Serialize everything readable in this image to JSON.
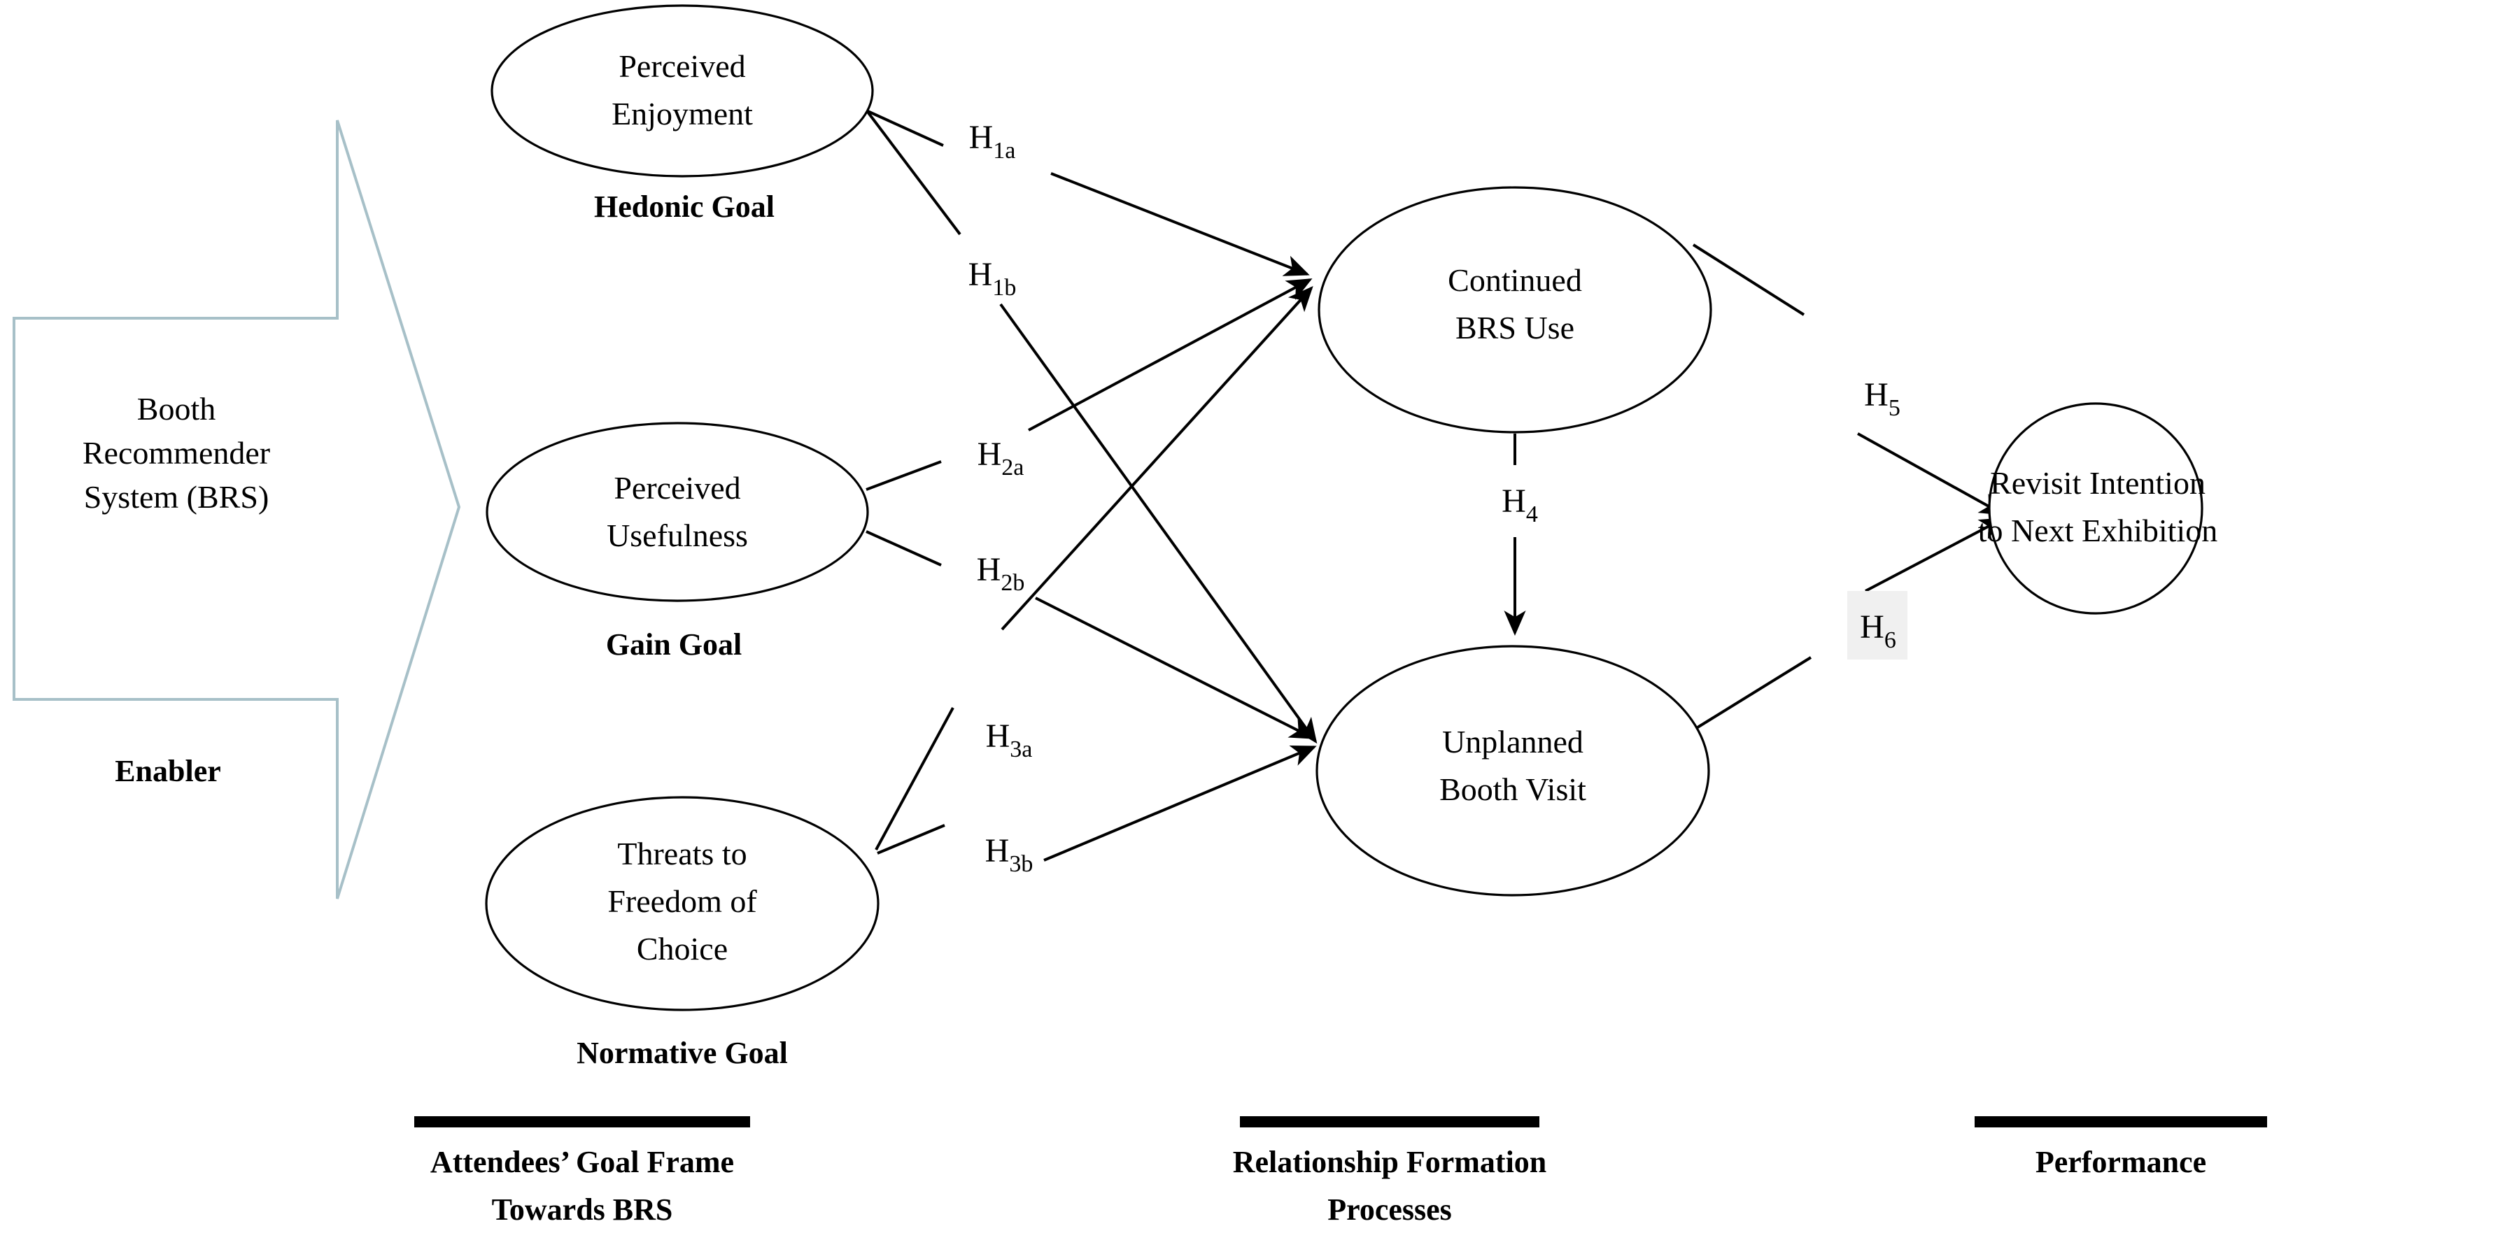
{
  "figure": {
    "title": "Booth Recommender System research model",
    "colors": {
      "enabler_outline": "#a7c0c8",
      "node_outline": "#000000",
      "edge": "#000000",
      "h6_highlight": "#f0f0f0",
      "background": "#ffffff"
    }
  },
  "enabler": {
    "name": "enabler-arrow",
    "text_line1": "Booth",
    "text_line2": "Recommender",
    "text_line3": "System (BRS)",
    "caption": "Enabler"
  },
  "nodes": {
    "perceived_enjoyment": {
      "line1": "Perceived",
      "line2": "Enjoyment",
      "caption": "Hedonic  Goal"
    },
    "perceived_usefulness": {
      "line1": "Perceived",
      "line2": "Usefulness",
      "caption": "Gain Goal"
    },
    "threats_to_freedom": {
      "line1": "Threats to",
      "line2": "Freedom  of",
      "line3": "Choice",
      "caption": "Normative Goal"
    },
    "continued_brs_use": {
      "line1": "Continued",
      "line2": "BRS Use"
    },
    "unplanned_booth_visit": {
      "line1": "Unplanned",
      "line2": "Booth Visit"
    },
    "revisit_intention": {
      "line1": "Revisit Intention",
      "line2": "to Next Exhibition"
    }
  },
  "hypotheses": [
    {
      "id": "h1a",
      "base": "H",
      "sub": "1a",
      "from": "perceived_enjoyment",
      "to": "continued_brs_use"
    },
    {
      "id": "h1b",
      "base": "H",
      "sub": "1b",
      "from": "perceived_enjoyment",
      "to": "unplanned_booth_visit"
    },
    {
      "id": "h2a",
      "base": "H",
      "sub": "2a",
      "from": "perceived_usefulness",
      "to": "continued_brs_use"
    },
    {
      "id": "h2b",
      "base": "H",
      "sub": "2b",
      "from": "perceived_usefulness",
      "to": "unplanned_booth_visit"
    },
    {
      "id": "h3a",
      "base": "H",
      "sub": "3a",
      "from": "threats_to_freedom",
      "to": "continued_brs_use"
    },
    {
      "id": "h3b",
      "base": "H",
      "sub": "3b",
      "from": "threats_to_freedom",
      "to": "unplanned_booth_visit"
    },
    {
      "id": "h4",
      "base": "H",
      "sub": "4",
      "from": "continued_brs_use",
      "to": "unplanned_booth_visit"
    },
    {
      "id": "h5",
      "base": "H",
      "sub": "5",
      "from": "continued_brs_use",
      "to": "revisit_intention"
    },
    {
      "id": "h6",
      "base": "H",
      "sub": "6",
      "from": "unplanned_booth_visit",
      "to": "revisit_intention",
      "highlighted": true
    }
  ],
  "bands": [
    {
      "id": "attendees-goal-frame",
      "line1": "Attendees’ Goal Frame",
      "line2": "Towards BRS"
    },
    {
      "id": "relationship-formation",
      "line1": "Relationship  Formation",
      "line2": "Processes"
    },
    {
      "id": "performance",
      "line1": "Performance",
      "line2": ""
    }
  ]
}
